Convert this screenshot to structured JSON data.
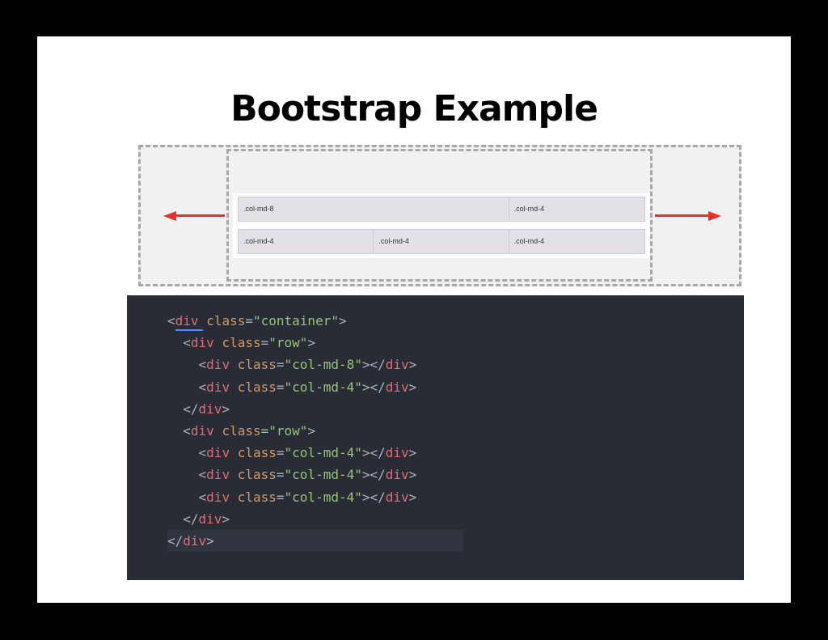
{
  "slide": {
    "title": "Bootstrap Example"
  },
  "diagram": {
    "rows": [
      {
        "cells": [
          {
            "label": ".col-md-8",
            "span": 8
          },
          {
            "label": ".col-md-4",
            "span": 4
          }
        ]
      },
      {
        "cells": [
          {
            "label": ".col-md-4",
            "span": 4
          },
          {
            "label": ".col-md-4",
            "span": 4
          },
          {
            "label": ".col-md-4",
            "span": 4
          }
        ]
      }
    ],
    "arrow_color": "#e8302a"
  },
  "code": {
    "lines": [
      {
        "indent": "",
        "open": "<",
        "tag": "div",
        "attr": "class",
        "eq": "=",
        "value": "\"container\"",
        "close": ">",
        "end": ""
      },
      {
        "indent": "  ",
        "open": "<",
        "tag": "div",
        "attr": "class",
        "eq": "=",
        "value": "\"row\"",
        "close": ">",
        "end": ""
      },
      {
        "indent": "    ",
        "open": "<",
        "tag": "div",
        "attr": "class",
        "eq": "=",
        "value": "\"col-md-8\"",
        "close": "></",
        "end": "div"
      },
      {
        "indent": "    ",
        "open": "<",
        "tag": "div",
        "attr": "class",
        "eq": "=",
        "value": "\"col-md-4\"",
        "close": "></",
        "end": "div"
      },
      {
        "indent": "  ",
        "open": "</",
        "tag": "div",
        "attr": "",
        "eq": "",
        "value": "",
        "close": ">",
        "end": ""
      },
      {
        "indent": "  ",
        "open": "<",
        "tag": "div",
        "attr": "class",
        "eq": "=",
        "value": "\"row\"",
        "close": ">",
        "end": ""
      },
      {
        "indent": "    ",
        "open": "<",
        "tag": "div",
        "attr": "class",
        "eq": "=",
        "value": "\"col-md-4\"",
        "close": "></",
        "end": "div"
      },
      {
        "indent": "    ",
        "open": "<",
        "tag": "div",
        "attr": "class",
        "eq": "=",
        "value": "\"col-md-4\"",
        "close": "></",
        "end": "div"
      },
      {
        "indent": "    ",
        "open": "<",
        "tag": "div",
        "attr": "class",
        "eq": "=",
        "value": "\"col-md-4\"",
        "close": "></",
        "end": "div"
      },
      {
        "indent": "  ",
        "open": "</",
        "tag": "div",
        "attr": "",
        "eq": "",
        "value": "",
        "close": ">",
        "end": ""
      },
      {
        "indent": "",
        "open": "</",
        "tag": "div",
        "attr": "",
        "eq": "",
        "value": "",
        "close": ">",
        "end": ""
      }
    ],
    "highlighted_line": 10,
    "colors": {
      "background": "#282c34",
      "tag": "#e06c75",
      "attribute": "#d19a66",
      "string": "#98c379"
    }
  }
}
